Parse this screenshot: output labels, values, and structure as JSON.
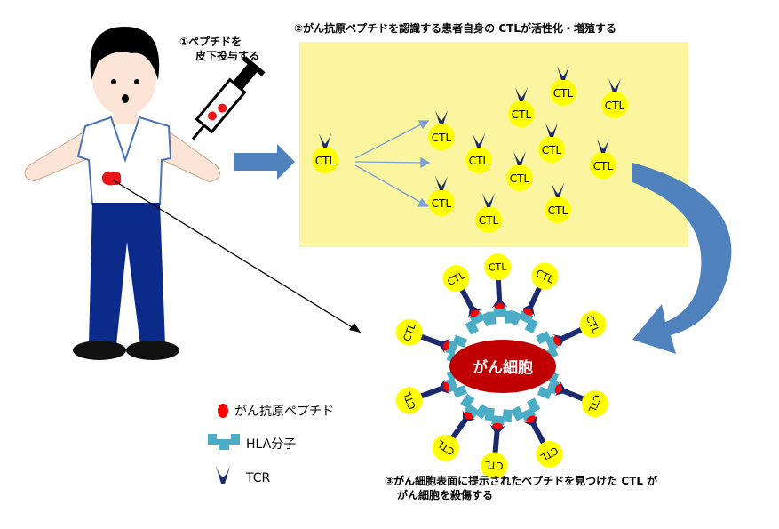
{
  "steps": {
    "step1_line1": "①ペプチドを",
    "step1_line2": "皮下投与する",
    "step2": "②がん抗原ペプチドを認識する患者自身の CTLが活性化・増殖する",
    "step3_line1": "③がん細胞表面に提示されたペプチドを見つけた CTL が",
    "step3_line2": "がん細胞を殺傷する"
  },
  "cell_label": "CTL",
  "cancer_cell_label": "がん細胞",
  "legend": {
    "peptide": "がん抗原ペプチド",
    "hla": "HLA分子",
    "tcr": "TCR"
  },
  "colors": {
    "ctl_yellow": "#ffff00",
    "tcr_navy": "#1a2a6c",
    "hla_cyan": "#4bacc6",
    "peptide_red": "#ff0000",
    "cancer_red": "#c00000",
    "box_yellow": "#fbf5a0",
    "flow_blue": "#4f81bd",
    "shirt_white": "#ffffff",
    "pants_navy": "#0b2a8a"
  }
}
